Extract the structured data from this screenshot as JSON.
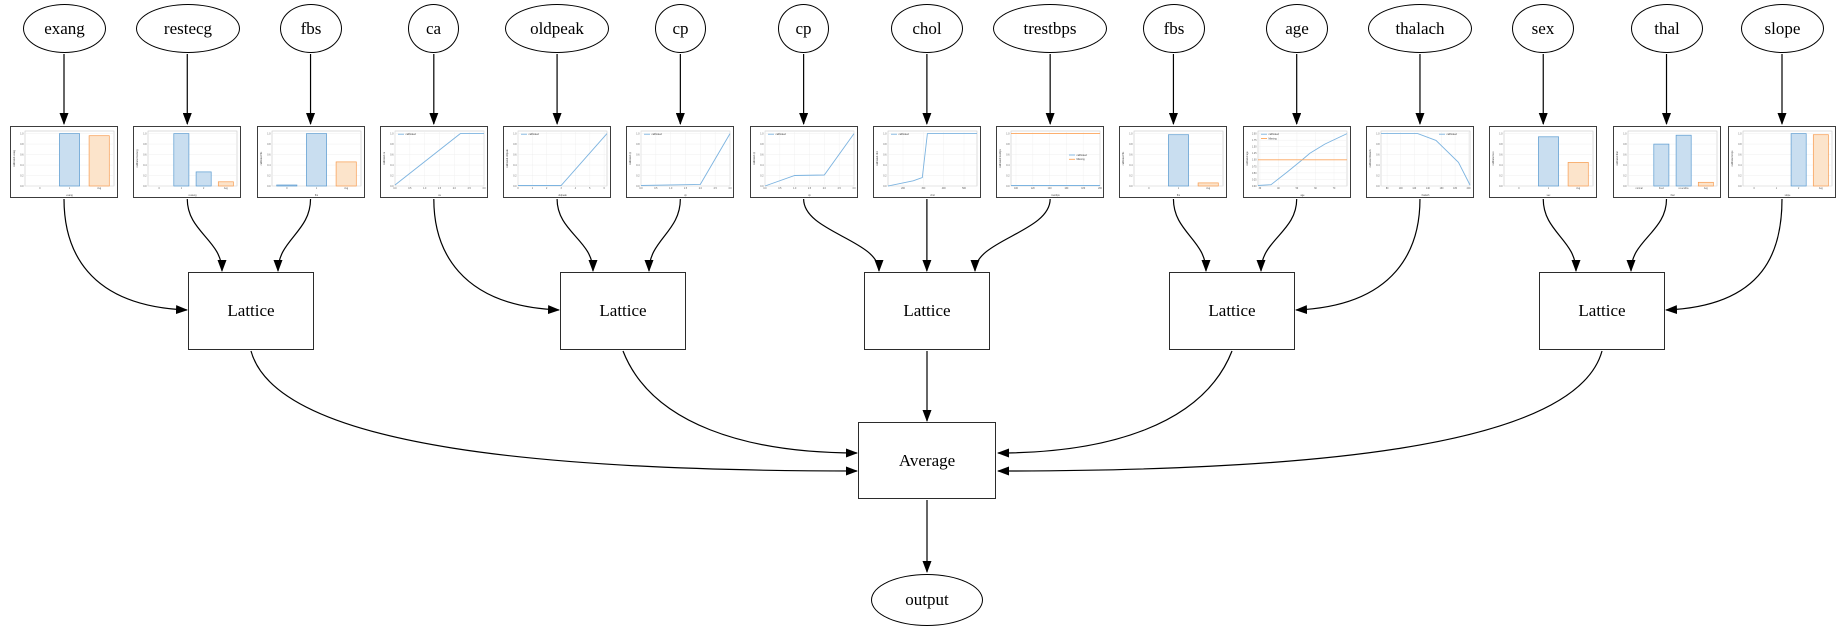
{
  "diagram": {
    "lattice_label": "Lattice",
    "average_label": "Average",
    "output_label": "output",
    "groups": [
      [
        0,
        1,
        2
      ],
      [
        3,
        4,
        5
      ],
      [
        6,
        7,
        8
      ],
      [
        9,
        10,
        11
      ],
      [
        12,
        13,
        14
      ]
    ],
    "inputs": [
      {
        "label": "exang",
        "chart": {
          "type": "bar",
          "xlabel": "exang",
          "ylabel": "calibrated exang",
          "yticks": [
            "0.0",
            "0.2",
            "0.4",
            "0.6",
            "0.8",
            "1.0"
          ],
          "categories": [
            "0",
            "1",
            "Avg"
          ],
          "values": [
            0,
            1.0,
            0.96
          ],
          "bar_colors": [
            "blue",
            "blue",
            "orange"
          ]
        }
      },
      {
        "label": "restecg",
        "chart": {
          "type": "bar",
          "xlabel": "restecg",
          "ylabel": "calibrated restecg",
          "yticks": [
            "0.0",
            "0.2",
            "0.4",
            "0.6",
            "0.8",
            "1.0"
          ],
          "categories": [
            "0",
            "1",
            "2",
            "Avg"
          ],
          "values": [
            0,
            1.0,
            0.27,
            0.08
          ],
          "bar_colors": [
            "blue",
            "blue",
            "blue",
            "orange"
          ]
        }
      },
      {
        "label": "fbs",
        "chart": {
          "type": "bar",
          "xlabel": "fbs",
          "ylabel": "calibrated fbs",
          "yticks": [
            "0.0",
            "0.2",
            "0.4",
            "0.6",
            "0.8",
            "1.0"
          ],
          "categories": [
            "0",
            "1",
            "Avg"
          ],
          "values": [
            0.02,
            1.0,
            0.46
          ],
          "bar_colors": [
            "blue",
            "blue",
            "orange"
          ]
        }
      },
      {
        "label": "ca",
        "chart": {
          "type": "line",
          "xlabel": "ca",
          "ylabel": "calibrated ca",
          "yticks": [
            "0.0",
            "0.2",
            "0.4",
            "0.6",
            "0.8",
            "1.0"
          ],
          "xrange": [
            0,
            3
          ],
          "xticks": [
            "0.0",
            "0.5",
            "1.0",
            "1.5",
            "2.0",
            "2.5",
            "3.0"
          ],
          "legend_pos": "tl",
          "lines": [
            {
              "name": "calibrated",
              "color": "blue",
              "points": [
                [
                  0,
                  0.02
                ],
                [
                  2.2,
                  1.0
                ],
                [
                  3,
                  1.0
                ]
              ]
            }
          ]
        }
      },
      {
        "label": "oldpeak",
        "chart": {
          "type": "line",
          "xlabel": "oldpeak",
          "ylabel": "calibrated oldpeak",
          "yticks": [
            "0.0",
            "0.2",
            "0.4",
            "0.6",
            "0.8",
            "1.0"
          ],
          "xrange": [
            0,
            6.2
          ],
          "xticks": [
            "0",
            "1",
            "2",
            "3",
            "4",
            "5",
            "6"
          ],
          "legend_pos": "tl",
          "lines": [
            {
              "name": "calibrated",
              "color": "blue",
              "points": [
                [
                  0,
                  0.01
                ],
                [
                  3,
                  0.01
                ],
                [
                  6.2,
                  1.0
                ]
              ]
            }
          ]
        }
      },
      {
        "label": "cp",
        "chart": {
          "type": "line",
          "xlabel": "cp",
          "ylabel": "calibrated cp",
          "yticks": [
            "0.0",
            "0.2",
            "0.4",
            "0.6",
            "0.8",
            "1.0"
          ],
          "xrange": [
            0,
            3
          ],
          "xticks": [
            "0.0",
            "0.5",
            "1.0",
            "1.5",
            "2.0",
            "2.5",
            "3.0"
          ],
          "legend_pos": "tl",
          "lines": [
            {
              "name": "calibrated",
              "color": "blue",
              "points": [
                [
                  0,
                  0.01
                ],
                [
                  2,
                  0.03
                ],
                [
                  3,
                  1.0
                ]
              ]
            }
          ]
        }
      },
      {
        "label": "cp",
        "chart": {
          "type": "line",
          "xlabel": "cp",
          "ylabel": "calibrated cp",
          "yticks": [
            "0.0",
            "0.2",
            "0.4",
            "0.6",
            "0.8",
            "1.0"
          ],
          "xrange": [
            0,
            3
          ],
          "xticks": [
            "0.0",
            "0.5",
            "1.0",
            "1.5",
            "2.0",
            "2.5",
            "3.0"
          ],
          "legend_pos": "tl",
          "lines": [
            {
              "name": "calibrated",
              "color": "blue",
              "points": [
                [
                  0,
                  0.0
                ],
                [
                  1,
                  0.2
                ],
                [
                  2,
                  0.21
                ],
                [
                  3,
                  1.0
                ]
              ]
            }
          ]
        }
      },
      {
        "label": "chol",
        "chart": {
          "type": "line",
          "xlabel": "chol",
          "ylabel": "calibrated chol",
          "yticks": [
            "0.0",
            "0.2",
            "0.4",
            "0.6",
            "0.8",
            "1.0"
          ],
          "xrange": [
            126,
            564
          ],
          "xticks": [
            "200",
            "300",
            "400",
            "500"
          ],
          "legend_pos": "tl",
          "lines": [
            {
              "name": "calibrated",
              "color": "blue",
              "points": [
                [
                  126,
                  0
                ],
                [
                  250,
                  0.1
                ],
                [
                  295,
                  0.16
                ],
                [
                  320,
                  1.0
                ],
                [
                  564,
                  1.0
                ]
              ]
            }
          ]
        }
      },
      {
        "label": "trestbps",
        "chart": {
          "type": "line",
          "xlabel": "trestbps",
          "ylabel": "calibrated trestbps",
          "yticks": [
            "0.0",
            "0.2",
            "0.4",
            "0.6",
            "0.8",
            "1.0"
          ],
          "xrange": [
            94,
            200
          ],
          "xticks": [
            "100",
            "120",
            "140",
            "160",
            "180",
            "200"
          ],
          "legend_pos": "r",
          "lines": [
            {
              "name": "calibrated",
              "color": "blue",
              "points": [
                [
                  94,
                  0.01
                ],
                [
                  200,
                  0.01
                ]
              ]
            },
            {
              "name": "Missing",
              "color": "orange",
              "points": [
                [
                  94,
                  1.0
                ],
                [
                  200,
                  1.0
                ]
              ]
            }
          ]
        }
      },
      {
        "label": "fbs",
        "chart": {
          "type": "bar",
          "xlabel": "fbs",
          "ylabel": "calibrated fbs",
          "yticks": [
            "0.0",
            "0.2",
            "0.4",
            "0.6",
            "0.8",
            "1.0"
          ],
          "categories": [
            "0",
            "1",
            "Avg"
          ],
          "values": [
            0,
            0.98,
            0.06
          ],
          "bar_colors": [
            "blue",
            "blue",
            "orange"
          ]
        }
      },
      {
        "label": "age",
        "chart": {
          "type": "line",
          "xlabel": "age",
          "ylabel": "calibrated age",
          "yticks": [
            "0.00",
            "0.25",
            "0.50",
            "0.75",
            "1.00",
            "1.25",
            "1.50",
            "1.75",
            "2.00"
          ],
          "ymax": 2.1,
          "xrange": [
            29,
            77
          ],
          "xticks": [
            "30",
            "40",
            "50",
            "60",
            "70"
          ],
          "legend_pos": "tl",
          "lines": [
            {
              "name": "calibrated",
              "color": "blue",
              "points": [
                [
                  29,
                  0.02
                ],
                [
                  36,
                  0.05
                ],
                [
                  45,
                  0.55
                ],
                [
                  52,
                  0.95
                ],
                [
                  57,
                  1.25
                ],
                [
                  65,
                  1.6
                ],
                [
                  77,
                  2.0
                ]
              ]
            },
            {
              "name": "Missing",
              "color": "orange",
              "points": [
                [
                  29,
                  1.0
                ],
                [
                  77,
                  1.0
                ]
              ]
            }
          ]
        }
      },
      {
        "label": "thalach",
        "chart": {
          "type": "line",
          "xlabel": "thalach",
          "ylabel": "calibrated thalach",
          "yticks": [
            "0.0",
            "0.2",
            "0.4",
            "0.6",
            "0.8",
            "1.0"
          ],
          "xrange": [
            71,
            202
          ],
          "xticks": [
            "80",
            "100",
            "120",
            "140",
            "160",
            "180",
            "200"
          ],
          "legend_pos": "tr",
          "lines": [
            {
              "name": "calibrated",
              "color": "blue",
              "points": [
                [
                  71,
                  1.0
                ],
                [
                  125,
                  1.0
                ],
                [
                  152,
                  0.87
                ],
                [
                  185,
                  0.45
                ],
                [
                  202,
                  0.02
                ]
              ]
            }
          ]
        }
      },
      {
        "label": "sex",
        "chart": {
          "type": "bar",
          "xlabel": "sex",
          "ylabel": "calibrated sex",
          "yticks": [
            "0.0",
            "0.2",
            "0.4",
            "0.6",
            "0.8",
            "1.0"
          ],
          "categories": [
            "0",
            "1",
            "Avg"
          ],
          "values": [
            0,
            0.94,
            0.45
          ],
          "bar_colors": [
            "blue",
            "blue",
            "orange"
          ]
        }
      },
      {
        "label": "thal",
        "chart": {
          "type": "bar",
          "xlabel": "thal",
          "ylabel": "calibrated thal",
          "yticks": [
            "0.0",
            "0.2",
            "0.4",
            "0.6",
            "0.8",
            "1.0"
          ],
          "categories": [
            "normal",
            "fixed",
            "reversible",
            "Avg"
          ],
          "values": [
            0,
            0.8,
            0.97,
            0.07
          ],
          "bar_colors": [
            "blue",
            "blue",
            "blue",
            "orange"
          ]
        }
      },
      {
        "label": "slope",
        "chart": {
          "type": "bar",
          "xlabel": "slope",
          "ylabel": "calibrated slope",
          "yticks": [
            "0.0",
            "0.2",
            "0.4",
            "0.6",
            "0.8",
            "1.0"
          ],
          "categories": [
            "0",
            "1",
            "2",
            "Avg"
          ],
          "values": [
            0,
            0,
            1.0,
            0.98
          ],
          "bar_colors": [
            "blue",
            "blue",
            "blue",
            "orange"
          ]
        }
      }
    ]
  },
  "colors": {
    "edge": "#000000",
    "bar_blue_fill": "#c9def0",
    "bar_blue_edge": "#5b9bd0",
    "bar_orange_fill": "#fce4cb",
    "bar_orange_edge": "#f79b4f",
    "line_blue": "#7db4e0",
    "line_orange": "#fca55c",
    "grid": "#ededed",
    "axis_frame": "#c8c8c8",
    "panel_border": "#3c3c3c",
    "tick_text": "#555555"
  }
}
